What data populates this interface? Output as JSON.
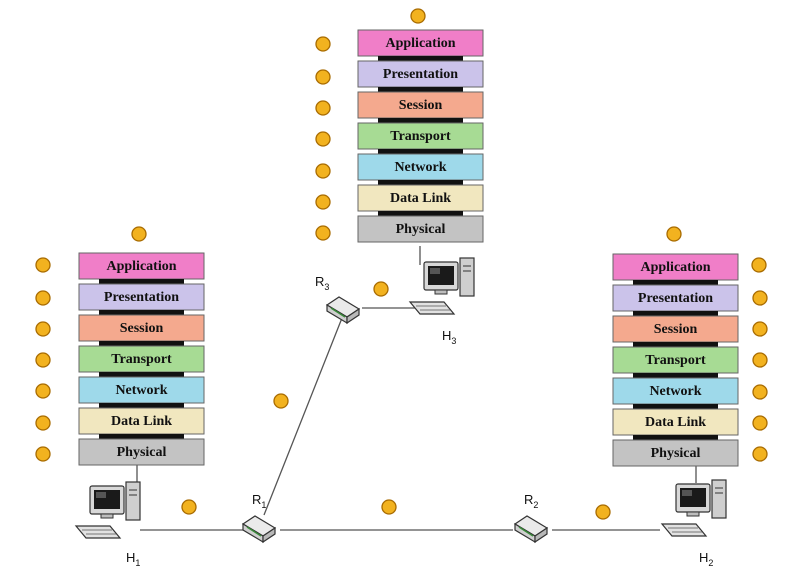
{
  "layers": [
    {
      "name": "Application",
      "color": "#f07ec8"
    },
    {
      "name": "Presentation",
      "color": "#cbc3ea"
    },
    {
      "name": "Session",
      "color": "#f4a98e"
    },
    {
      "name": "Transport",
      "color": "#a7db94"
    },
    {
      "name": "Network",
      "color": "#9ed9ea"
    },
    {
      "name": "Data Link",
      "color": "#f1e7bf"
    },
    {
      "name": "Physical",
      "color": "#c3c3c3"
    }
  ],
  "hosts": [
    {
      "id": "h1",
      "label": "H",
      "sub": "1"
    },
    {
      "id": "h2",
      "label": "H",
      "sub": "2"
    },
    {
      "id": "h3",
      "label": "H",
      "sub": "3"
    }
  ],
  "routers": [
    {
      "id": "r1",
      "label": "R",
      "sub": "1"
    },
    {
      "id": "r2",
      "label": "R",
      "sub": "2"
    },
    {
      "id": "r3",
      "label": "R",
      "sub": "3"
    }
  ],
  "colors": {
    "dot_fill": "#f2b21f",
    "dot_stroke": "#a86b00",
    "link": "#555555",
    "separator": "#111111"
  }
}
